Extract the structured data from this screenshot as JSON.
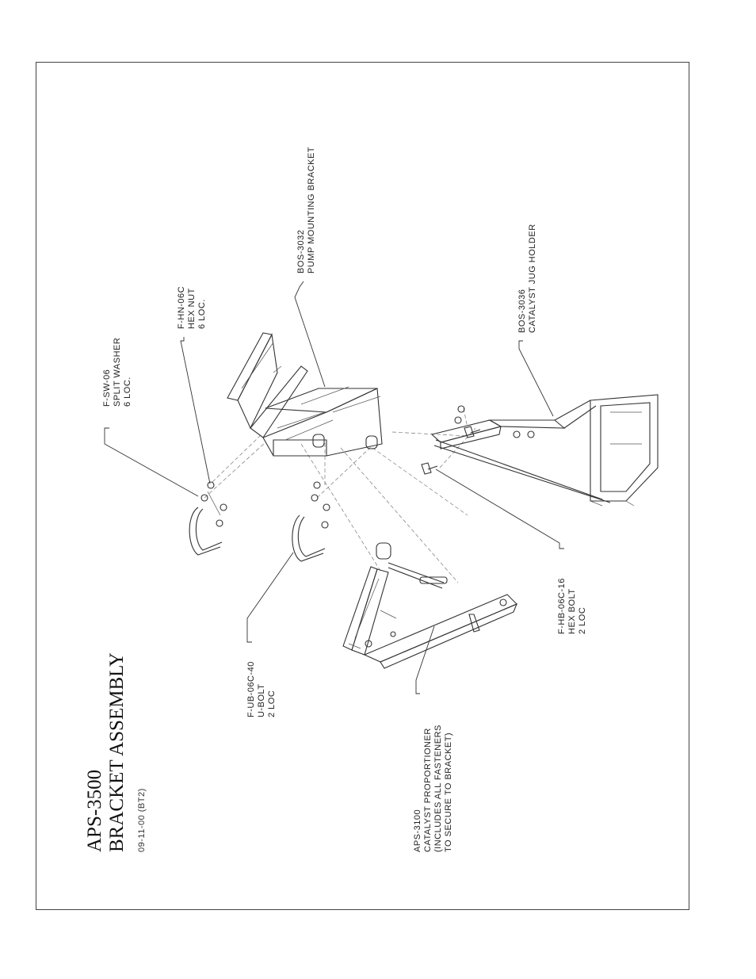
{
  "title": {
    "model": "APS-3500",
    "name": "BRACKET ASSEMBLY",
    "date_code": "09-11-00 (BT2)"
  },
  "callouts": {
    "split_washer": [
      "F-SW-06",
      "SPLIT WASHER",
      "6 LOC."
    ],
    "hex_nut": [
      "F-HN-06C",
      "HEX NUT",
      "6 LOC."
    ],
    "pump_bracket": [
      "BOS-3032",
      "PUMP MOUNTING BRACKET"
    ],
    "jug_holder": [
      "BOS-3036",
      "CATALYST JUG HOLDER"
    ],
    "u_bolt": [
      "F-UB-06C-40",
      "U-BOLT",
      "2 LOC"
    ],
    "hex_bolt": [
      "F-HB-06C-16",
      "HEX BOLT",
      "2 LOC"
    ],
    "proportioner": [
      "APS-3100",
      "CATALYST PROPORTIONER",
      "(INCLUDES ALL FASTENERS",
      "TO SECURE TO BRACKET)"
    ]
  }
}
